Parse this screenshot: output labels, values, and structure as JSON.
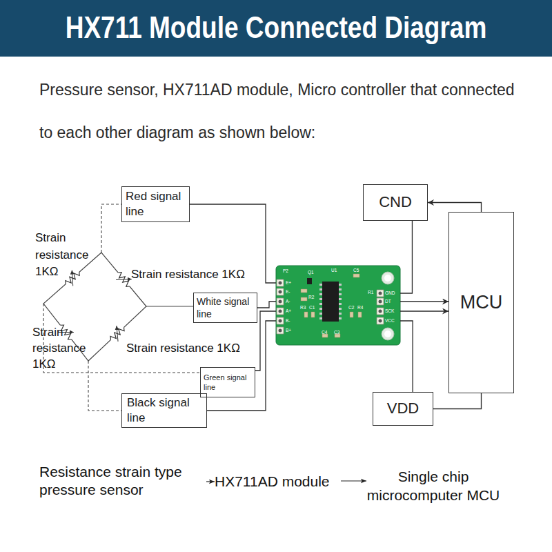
{
  "diagram": {
    "title": "HX711 Module Connected Diagram",
    "nodes": [
      {
        "text": [
          "Red signal line"
        ]
      },
      {
        "text": [
          "CND"
        ]
      },
      {
        "text": [
          "MCU"
        ]
      },
      {
        "text": [
          "P2",
          "Q1",
          "U1",
          "C5",
          "R1",
          "R2",
          "R3",
          "C1",
          "C2",
          "R4",
          "C4",
          "C3",
          "E+",
          "E-",
          "A-",
          "A+",
          "B-",
          "B+",
          "GND",
          "DT",
          "SCK",
          "VCC"
        ]
      },
      {
        "text": [
          "White signal line"
        ]
      },
      {
        "text": [
          "Green signal line"
        ]
      },
      {
        "text": [
          "VDD"
        ]
      },
      {
        "text": [
          "Black signal line"
        ]
      }
    ],
    "edges": [
      {
        "from": 0,
        "to": 3,
        "arrow": "none"
      },
      {
        "from": 4,
        "to": 3,
        "arrow": "none"
      },
      {
        "from": 5,
        "to": 3,
        "arrow": "none"
      },
      {
        "from": 7,
        "to": 3,
        "arrow": "none"
      },
      {
        "from": 3,
        "to": 1,
        "arrow": "none"
      },
      {
        "from": 3,
        "to": 2,
        "arrow": "to"
      },
      {
        "from": 3,
        "to": 2,
        "arrow": "to"
      },
      {
        "from": 3,
        "to": 6,
        "arrow": "none"
      },
      {
        "from": 2,
        "to": 1,
        "arrow": "to"
      },
      {
        "from": 2,
        "to": 6,
        "arrow": "none"
      }
    ],
    "labels": [
      "Pressure sensor, HX711AD module, Micro controller that connected to each other diagram as shown below:",
      "Strain resistance 1KΩ",
      "Strain resistance 1KΩ",
      "Strain resistance 1KΩ",
      "Strain resistance 1KΩ",
      "Resistance strain type pressure sensor",
      "HX711AD module",
      "Single chip microcomputer MCU"
    ]
  }
}
